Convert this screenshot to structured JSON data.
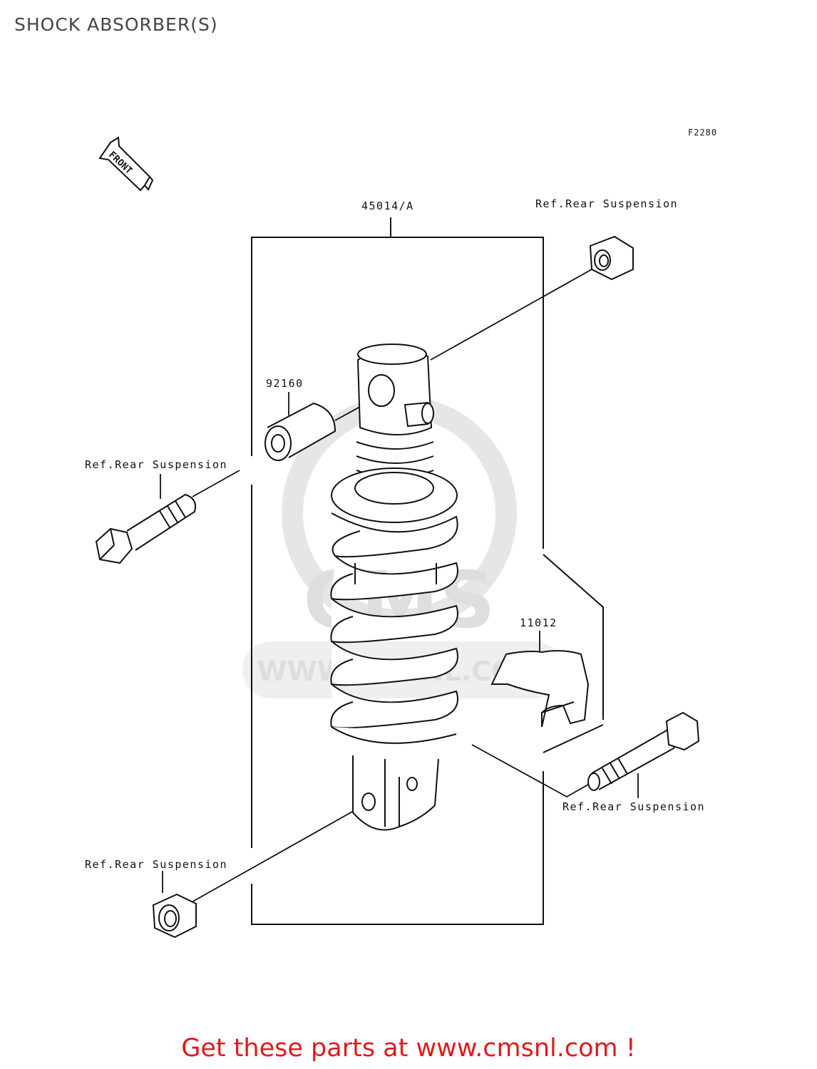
{
  "header": {
    "title": "SHOCK ABSORBER(S)"
  },
  "diagram": {
    "figure_code": "F2280",
    "front_label": "FRONT",
    "watermark": {
      "brand": "CMS",
      "url": "WWW.CMSNL.COM"
    },
    "labels": {
      "shock_absorber": "45014/A",
      "collar": "92160",
      "clamp": "11012",
      "ref_nut_top": "Ref.Rear Suspension",
      "ref_bolt_top": "Ref.Rear Suspension",
      "ref_bolt_bottom": "Ref.Rear Suspension",
      "ref_nut_bottom": "Ref.Rear Suspension"
    }
  },
  "footer": {
    "link_text": "Get these parts at www.cmsnl.com !"
  }
}
